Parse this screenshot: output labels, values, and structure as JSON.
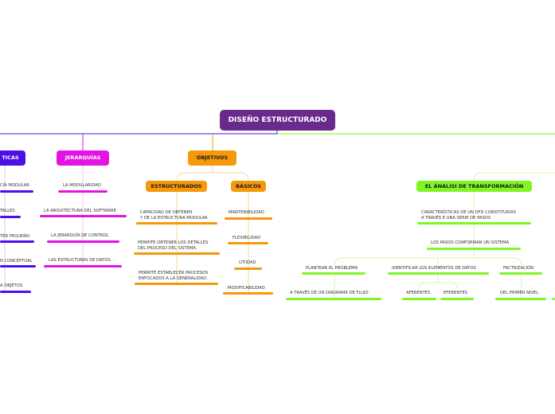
{
  "root": {
    "label": "DISEÑO ESTRUCTURADO",
    "color": "#6a2a8c"
  },
  "colors": {
    "blue": "#4b10e6",
    "magenta": "#e314e3",
    "orange": "#f5980c",
    "green": "#7ff526"
  },
  "branches": {
    "caracteristicas": {
      "label": "TICAS",
      "items": [
        "CIA MODULAR",
        "TALLES",
        "TER PEQUEÑO",
        "N CONCEPTUAL",
        "A OBJETOS"
      ]
    },
    "jerarquias": {
      "label": "JERARQUÍAS",
      "items": [
        "LA MODULARIDAD",
        "LA ARQUITECTURA DEL SOFTWARE",
        "LA JERARQUÍA DE CONTROL",
        "LAS ESTRUCTURAS DE DATOS."
      ]
    },
    "objetivos": {
      "label": "OBJETIVOS",
      "estructurados": {
        "label": "ESTRUCTURADOS",
        "items": [
          [
            "CAPACIDAD DE OBTENER",
            "Y DE LA ESTRUCTURA MODULAR"
          ],
          [
            "PERMITE OBTENER LOS DETALLES",
            "DEL PROCESO DEL SISTEMA."
          ],
          [
            "PERMITE ESTABLECER PROCESOS",
            "ENFOCADOS A LA GENERALIDAD."
          ]
        ]
      },
      "basicos": {
        "label": "BÁSICOS",
        "items": [
          "MANTENIBILIDAD",
          "FLEXIBILIDAD",
          "UTIIDAD",
          "MODIFICABILIDAD"
        ]
      }
    },
    "analisis": {
      "label": "EL ÁNALISI DE TRANSFORMACIÓN",
      "caracteristicas": [
        "CARACTERÍSTICAS DE UN DFD CONSTITUIDAS",
        "A TRAVÉS E UNA SERIE DE PASOS"
      ],
      "pasos": "LOS PASOS CONFORMAN UN SISTEMA",
      "plantear": "PLANTEAR EL PROBLEMA",
      "diagrama": "A TRAVÉS DE UN DIAGRAMA DE FLUJO",
      "identificar": "IDENTIFICAR LOS ELEMENTOS DE DATOS",
      "aferentes": "AFERENTES",
      "eferentes": "EFERENTES",
      "factorizacion": "FACTRIZACIÓN",
      "primer_nivel": "DEL PRIMER NIVEL"
    }
  }
}
